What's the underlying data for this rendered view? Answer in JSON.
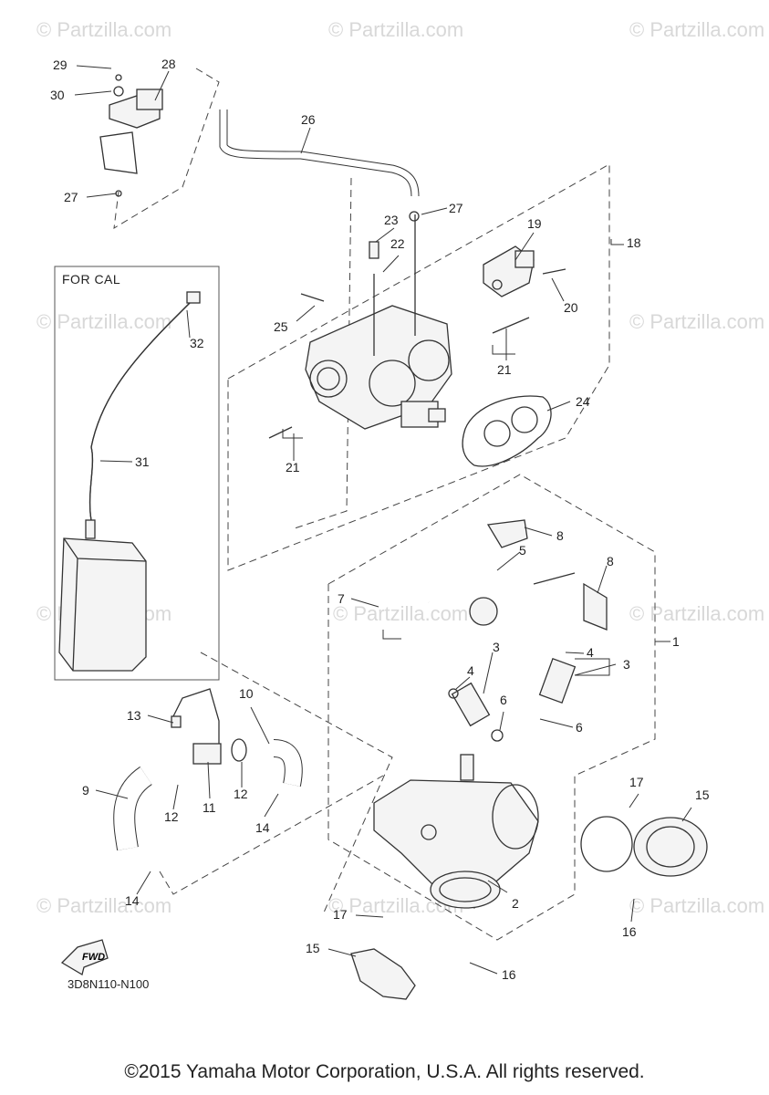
{
  "watermark": "© Partzilla.com",
  "box_label": "FOR CAL",
  "diagram_code": "3D8N110-N100",
  "fwd_label": "FWD",
  "copyright": "©2015 Yamaha Motor Corporation, U.S.A. All rights reserved.",
  "callouts": {
    "c1": "1",
    "c2": "2",
    "c3a": "3",
    "c3b": "3",
    "c4a": "4",
    "c4b": "4",
    "c5": "5",
    "c6a": "6",
    "c6b": "6",
    "c7": "7",
    "c8a": "8",
    "c8b": "8",
    "c9": "9",
    "c10": "10",
    "c11": "11",
    "c12a": "12",
    "c12b": "12",
    "c13": "13",
    "c14a": "14",
    "c14b": "14",
    "c15a": "15",
    "c15b": "15",
    "c16a": "16",
    "c16b": "16",
    "c17a": "17",
    "c17b": "17",
    "c18": "18",
    "c19": "19",
    "c20": "20",
    "c21a": "21",
    "c21b": "21",
    "c22": "22",
    "c23": "23",
    "c24": "24",
    "c25": "25",
    "c26": "26",
    "c27a": "27",
    "c27b": "27",
    "c28": "28",
    "c29": "29",
    "c30": "30",
    "c31": "31",
    "c32": "32"
  }
}
